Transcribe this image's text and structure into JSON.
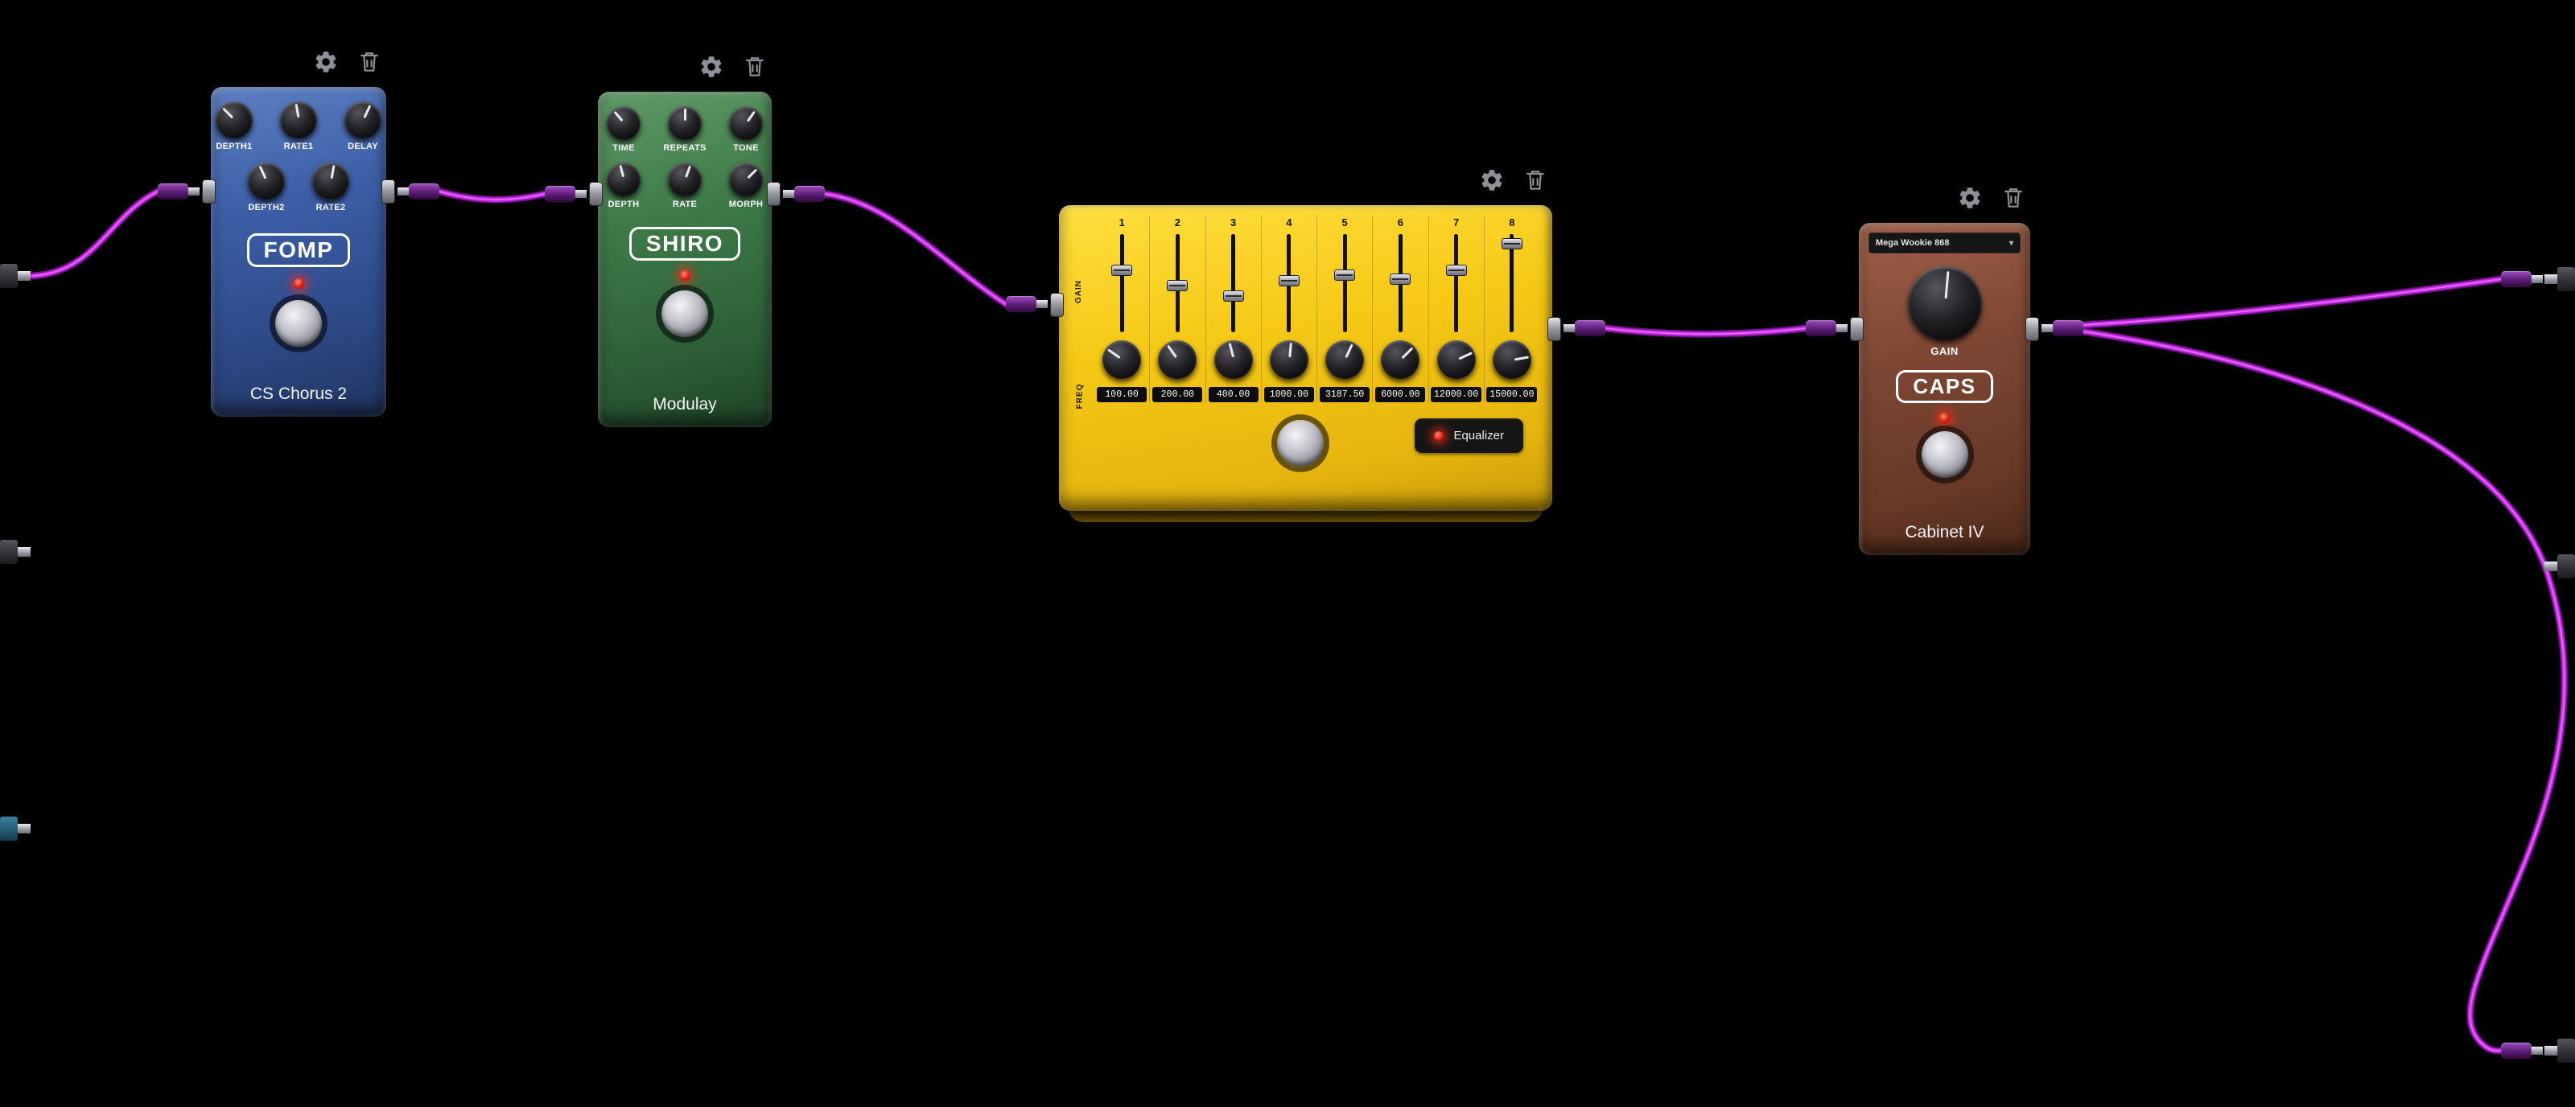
{
  "canvas": {
    "background": "#000000",
    "cable_color": "#c32ce0"
  },
  "icons": {
    "settings": "gear-icon",
    "delete": "trash-icon"
  },
  "pedals": {
    "fomp": {
      "title": "FOMP",
      "caption": "CS Chorus 2",
      "body_color": "#3d5fa8",
      "knobs_row1": [
        {
          "label": "DEPTH1",
          "angle": -45
        },
        {
          "label": "RATE1",
          "angle": -10
        },
        {
          "label": "DELAY",
          "angle": 25
        }
      ],
      "knobs_row2": [
        {
          "label": "DEPTH2",
          "angle": -25
        },
        {
          "label": "RATE2",
          "angle": 10
        }
      ]
    },
    "shiro": {
      "title": "SHIRO",
      "caption": "Modulay",
      "body_color": "#3e7a49",
      "knobs_row1": [
        {
          "label": "TIME",
          "angle": -40
        },
        {
          "label": "REPEATS",
          "angle": 0
        },
        {
          "label": "TONE",
          "angle": 35
        }
      ],
      "knobs_row2": [
        {
          "label": "DEPTH",
          "angle": -15
        },
        {
          "label": "RATE",
          "angle": 20
        },
        {
          "label": "MORPH",
          "angle": 45
        }
      ]
    },
    "equalizer": {
      "caption": "Equalizer",
      "body_color": "#f6c916",
      "row_label_gain": "GAIN",
      "row_label_freq": "FREQ",
      "bands": [
        {
          "num": "1",
          "freq": "100.00",
          "slider_pct": 38,
          "knob_angle": -55
        },
        {
          "num": "2",
          "freq": "200.00",
          "slider_pct": 52,
          "knob_angle": -35
        },
        {
          "num": "3",
          "freq": "400.00",
          "slider_pct": 62,
          "knob_angle": -15
        },
        {
          "num": "4",
          "freq": "1000.00",
          "slider_pct": 48,
          "knob_angle": 5
        },
        {
          "num": "5",
          "freq": "3187.50",
          "slider_pct": 42,
          "knob_angle": 25
        },
        {
          "num": "6",
          "freq": "6000.00",
          "slider_pct": 46,
          "knob_angle": 45
        },
        {
          "num": "7",
          "freq": "12000.00",
          "slider_pct": 38,
          "knob_angle": 65
        },
        {
          "num": "8",
          "freq": "15000.00",
          "slider_pct": 12,
          "knob_angle": 80
        }
      ]
    },
    "caps": {
      "title": "CAPS",
      "caption": "Cabinet IV",
      "body_color": "#7d4734",
      "dropdown_value": "Mega Wookie 868",
      "dropdown_arrow": "▾",
      "knob_label": "GAIN",
      "knob_angle": 5
    }
  }
}
